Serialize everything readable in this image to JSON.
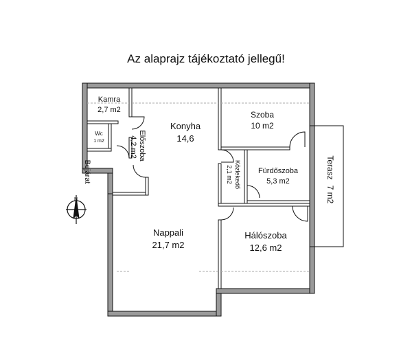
{
  "title": "Az alaprajz tájékoztató jellegű!",
  "rooms": {
    "kamra": {
      "name": "Kamra",
      "area": "2,7 m2"
    },
    "wc": {
      "name": "Wc",
      "area": "1 m2"
    },
    "eloszoba": {
      "name": "Előszoba",
      "area": "4,2 m2"
    },
    "konyha": {
      "name": "Konyha",
      "area": "14,6"
    },
    "szoba": {
      "name": "Szoba",
      "area": "10 m2"
    },
    "kozlekedo": {
      "name": "Közlekedő",
      "area": "2,1 m2"
    },
    "furdoszoba": {
      "name": "Fürdőszoba",
      "area": "5,3 m2"
    },
    "terasz": {
      "name": "Terasz",
      "area": "7 m2"
    },
    "nappali": {
      "name": "Nappali",
      "area": "21,7 m2"
    },
    "haloszoba": {
      "name": "Hálószoba",
      "area": "12,6 m2"
    }
  },
  "labels": {
    "bejarat": "Bejárat",
    "north": "N"
  },
  "colors": {
    "wall": "#111111",
    "wall_fill": "#9a9a9a",
    "hatch": "#cccccc"
  }
}
